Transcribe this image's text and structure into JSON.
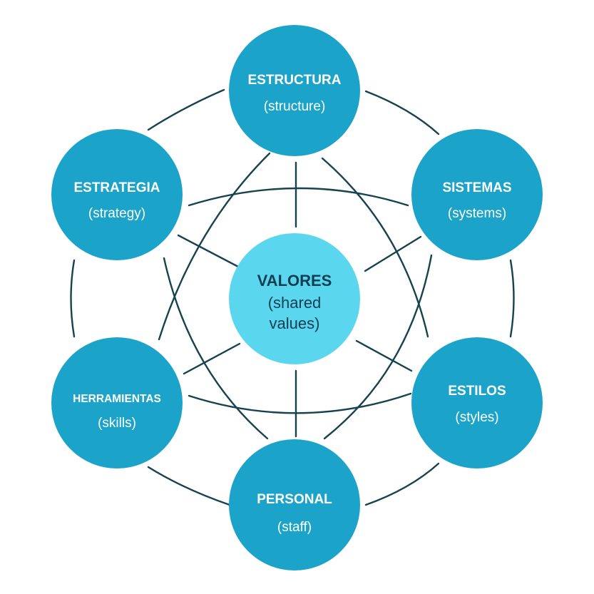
{
  "colors": {
    "node_fill": "#1ca3c9",
    "center_fill": "#5ad7ee",
    "line": "#17424f",
    "outer_text": "#ffffff",
    "center_text": "#0f3d52",
    "background": "#ffffff"
  },
  "nodes": {
    "structure": {
      "title": "ESTRUCTURA",
      "subtitle": "(structure)"
    },
    "systems": {
      "title": "SISTEMAS",
      "subtitle": "(systems)"
    },
    "styles": {
      "title": "ESTILOS",
      "subtitle": "(styles)"
    },
    "staff": {
      "title": "PERSONAL",
      "subtitle": "(staff)"
    },
    "skills": {
      "title": "HERRAMIENTAS",
      "subtitle": "(skills)"
    },
    "strategy": {
      "title": "ESTRATEGIA",
      "subtitle": "(strategy)"
    },
    "shared_values": {
      "title": "VALORES",
      "subtitle_line1": "(shared",
      "subtitle_line2": "values)"
    }
  }
}
